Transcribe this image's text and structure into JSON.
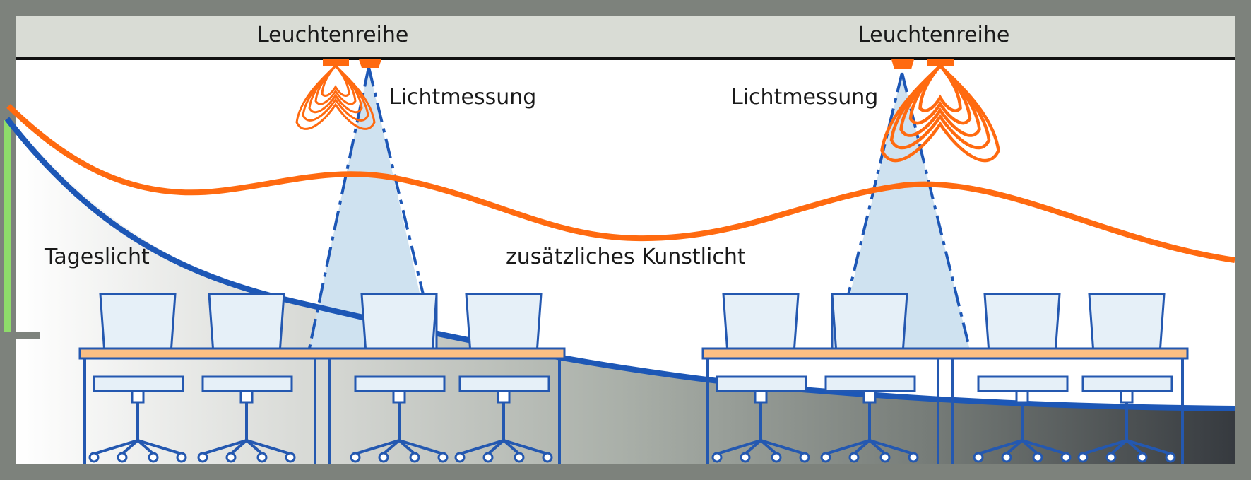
{
  "labels": {
    "row_left": "Leuchtenreihe",
    "row_right": "Leuchtenreihe",
    "measure_left": "Lichtmessung",
    "measure_right": "Lichtmessung",
    "daylight": "Tageslicht",
    "artificial": "zusätzliches Kunstlicht"
  },
  "colors": {
    "frame": "#7d827c",
    "ceiling": "#d9dcd5",
    "artificial_curve": "#ff6a10",
    "daylight_curve": "#1d57b6",
    "cone_fill": "#cfe2f0",
    "furniture": "#2458b0",
    "chair_fill": "#e6f0f8",
    "desk_top": "#fbbf84",
    "window": "#8edc6a"
  },
  "icons": [
    "luminaire-icon",
    "light-distribution-icon",
    "office-chair-icon",
    "desk-icon",
    "window-icon"
  ]
}
